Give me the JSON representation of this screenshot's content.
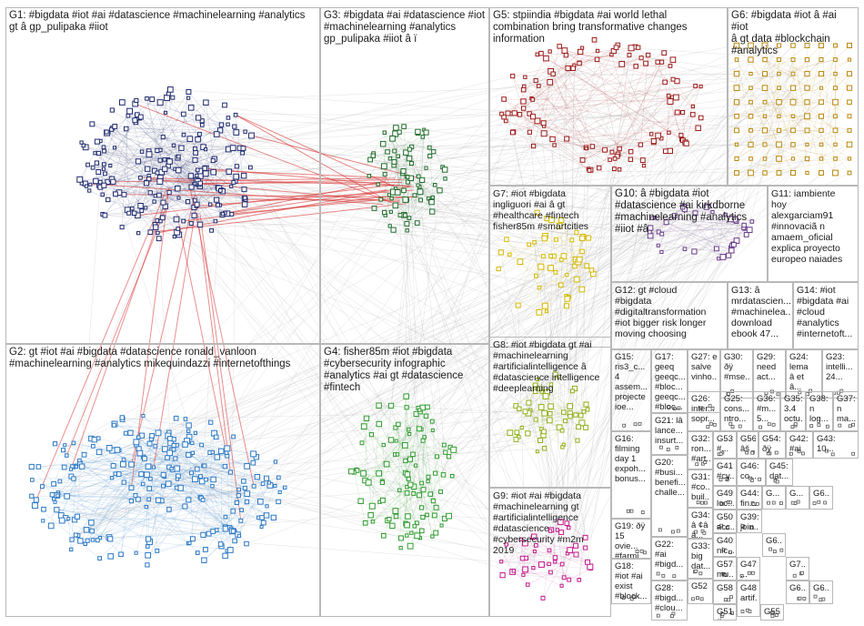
{
  "colors": {
    "G1": "#1f2a6e",
    "G2": "#2b78c4",
    "G3": "#1f6b2a",
    "G4": "#2e9a2e",
    "G5": "#9b1b1b",
    "G6": "#b8860b",
    "G7": "#d4b800",
    "G8": "#8fae1b",
    "G9": "#c2188b",
    "G10": "#6a3d8a",
    "G11": "#4a4a9a",
    "edge": "#b0b0b0",
    "edge_red": "#d62020"
  },
  "groups": [
    {
      "id": "G1",
      "label": "G1: #bigdata #iot #ai #datascience #machinelearning #analytics\ngt â gp_pulipaka #iiot"
    },
    {
      "id": "G3",
      "label": "G3: #bigdata #ai #datascience #iot\n#machinelearning #analytics\ngp_pulipaka #iiot â ï"
    },
    {
      "id": "G5",
      "label": "G5: stpiindia #bigdata #ai world lethal\ncombination bring transformative changes\ninformation"
    },
    {
      "id": "G6",
      "label": "G6: #bigdata #iot â #ai #iot\nâ gt data #blockchain\n#analytics"
    },
    {
      "id": "G7",
      "label": "G7: #iot #bigdata\ningliguori #ai â gt\n#healthcare #fintech\nfisher85m #smartcities"
    },
    {
      "id": "G10",
      "label": "G10: â #bigdata #iot\n#datascience #ai kirkdborne\n#machinelearning #analytics\n#iiot #â"
    },
    {
      "id": "G11",
      "label": "G11: iambiente\nhoy\nalexgarciam91\n#innovaciã n\namaem_oficial\nexplica proyecto\neuropeo naiades"
    },
    {
      "id": "G2",
      "label": "G2: gt #iot #ai #bigdata #datascience ronald_vanloon\n#machinelearning #analytics mikequindazzi #internetofthings"
    },
    {
      "id": "G4",
      "label": "G4: fisher85m #iot #bigdata\n#cybersecurity infographic\n#analytics #ai gt #datascience\n#fintech"
    },
    {
      "id": "G12",
      "label": "G12: gt #cloud\n#bigdata\n#digitaltransformation\n#iot bigger risk longer\nmoving choosing"
    },
    {
      "id": "G13",
      "label": "G13: â\nmrdatascien...\n#machinelea...\ndownload\nebook 47..."
    },
    {
      "id": "G14",
      "label": "G14: #iot\n#bigdata #ai\n#cloud\n#analytics\n#internetoft..."
    },
    {
      "id": "G8",
      "label": "G8: #iot #bigdata gt #ai\n#machinelearning\n#artificialintelligence â\n#datascience intelligence\n#deeplearning"
    },
    {
      "id": "G9",
      "label": "G9: #iot #ai #bigdata\n#machinelearning gt\n#artificialintelligence\n#datascience\n#cybersecurity #m2m\n2019"
    },
    {
      "id": "G15",
      "label": "G15:\nris3_c...\n4\nassem...\nprojecte\nioe..."
    },
    {
      "id": "G17",
      "label": "G17:\ngeeq\ngeeqc...\n#bloc...\ngeeqc...\n#bloc..."
    },
    {
      "id": "G27",
      "label": "G27: e\nsalve\nvinho..."
    },
    {
      "id": "G30",
      "label": "G30:\nðÿ\n#mse..."
    },
    {
      "id": "G29",
      "label": "G29:\nneed\nact..."
    },
    {
      "id": "G24",
      "label": "G24:\nlema\nâ et\nâ..."
    },
    {
      "id": "G23",
      "label": "G23:\nintelli...\n24..."
    },
    {
      "id": "G26",
      "label": "G26:\ninter...\nsopr..."
    },
    {
      "id": "G25",
      "label": "G25:\ncons...\nntro..."
    },
    {
      "id": "G36",
      "label": "G36:\n#m...\n5..."
    },
    {
      "id": "G35",
      "label": "G35:\n3.4\noctu..."
    },
    {
      "id": "G38",
      "label": "G38:\nn\nlog..."
    },
    {
      "id": "G37",
      "label": "G37:\nn\nma..."
    },
    {
      "id": "G16",
      "label": "G16:\nfilming\nday 1\nexpoh...\nbonus..."
    },
    {
      "id": "G21",
      "label": "G21: lâ\nlance...\ninsurt..."
    },
    {
      "id": "G32",
      "label": "G32:\nron...\n#art..."
    },
    {
      "id": "G53",
      "label": "G53:\n#..."
    },
    {
      "id": "G56",
      "label": "G56:\nâš"
    },
    {
      "id": "G54",
      "label": "G54:\nðÿ"
    },
    {
      "id": "G42",
      "label": "G42:\n#ai"
    },
    {
      "id": "G43",
      "label": "G43:\n10..."
    },
    {
      "id": "G31",
      "label": "G31:\n#co...\nbuil..."
    },
    {
      "id": "G41",
      "label": "G41:\n#cy..."
    },
    {
      "id": "G46",
      "label": "G46:\nco..."
    },
    {
      "id": "G45",
      "label": "G45:\ndat..."
    },
    {
      "id": "G34",
      "label": "G34:\nâ ¢â\nâ..."
    },
    {
      "id": "G49",
      "label": "G49:\nloc..."
    },
    {
      "id": "G39",
      "label": "G39:\njoin..."
    },
    {
      "id": "G44",
      "label": "G44:\nfin..."
    },
    {
      "id": "G20",
      "label": "G20:\n#busi...\nbenefi...\nchalle..."
    },
    {
      "id": "G19",
      "label": "G19: ðÿ\n15\novie...\n#farmi..."
    },
    {
      "id": "G50",
      "label": "G50:\nacc..."
    },
    {
      "id": "G40",
      "label": "G40:\nnic..."
    },
    {
      "id": "G33",
      "label": "G33:\nbig\ndat..."
    },
    {
      "id": "G57",
      "label": "G57:\nmu..."
    },
    {
      "id": "G47",
      "label": "G47:\n..."
    },
    {
      "id": "G22",
      "label": "G22:\n#ai\n#bigd..."
    },
    {
      "id": "G18",
      "label": "G18:\n#iot #ai\nexist\n#block..."
    },
    {
      "id": "G28",
      "label": "G28:\n#bigd...\n#clou..."
    },
    {
      "id": "G52",
      "label": "G52"
    },
    {
      "id": "G58",
      "label": "G58"
    },
    {
      "id": "G48",
      "label": "G48:\nartif..."
    },
    {
      "id": "G51",
      "label": "G51:\n#..."
    },
    {
      "id": "G55",
      "label": "G55:\n..."
    },
    {
      "id": "G6a",
      "label": "G..."
    },
    {
      "id": "G6b",
      "label": "G..."
    },
    {
      "id": "G6c",
      "label": "G6..."
    },
    {
      "id": "G6d",
      "label": "G7..."
    },
    {
      "id": "G6e",
      "label": "G6..."
    },
    {
      "id": "G6f",
      "label": "G6..."
    },
    {
      "id": "G6g",
      "label": "G6..."
    }
  ]
}
